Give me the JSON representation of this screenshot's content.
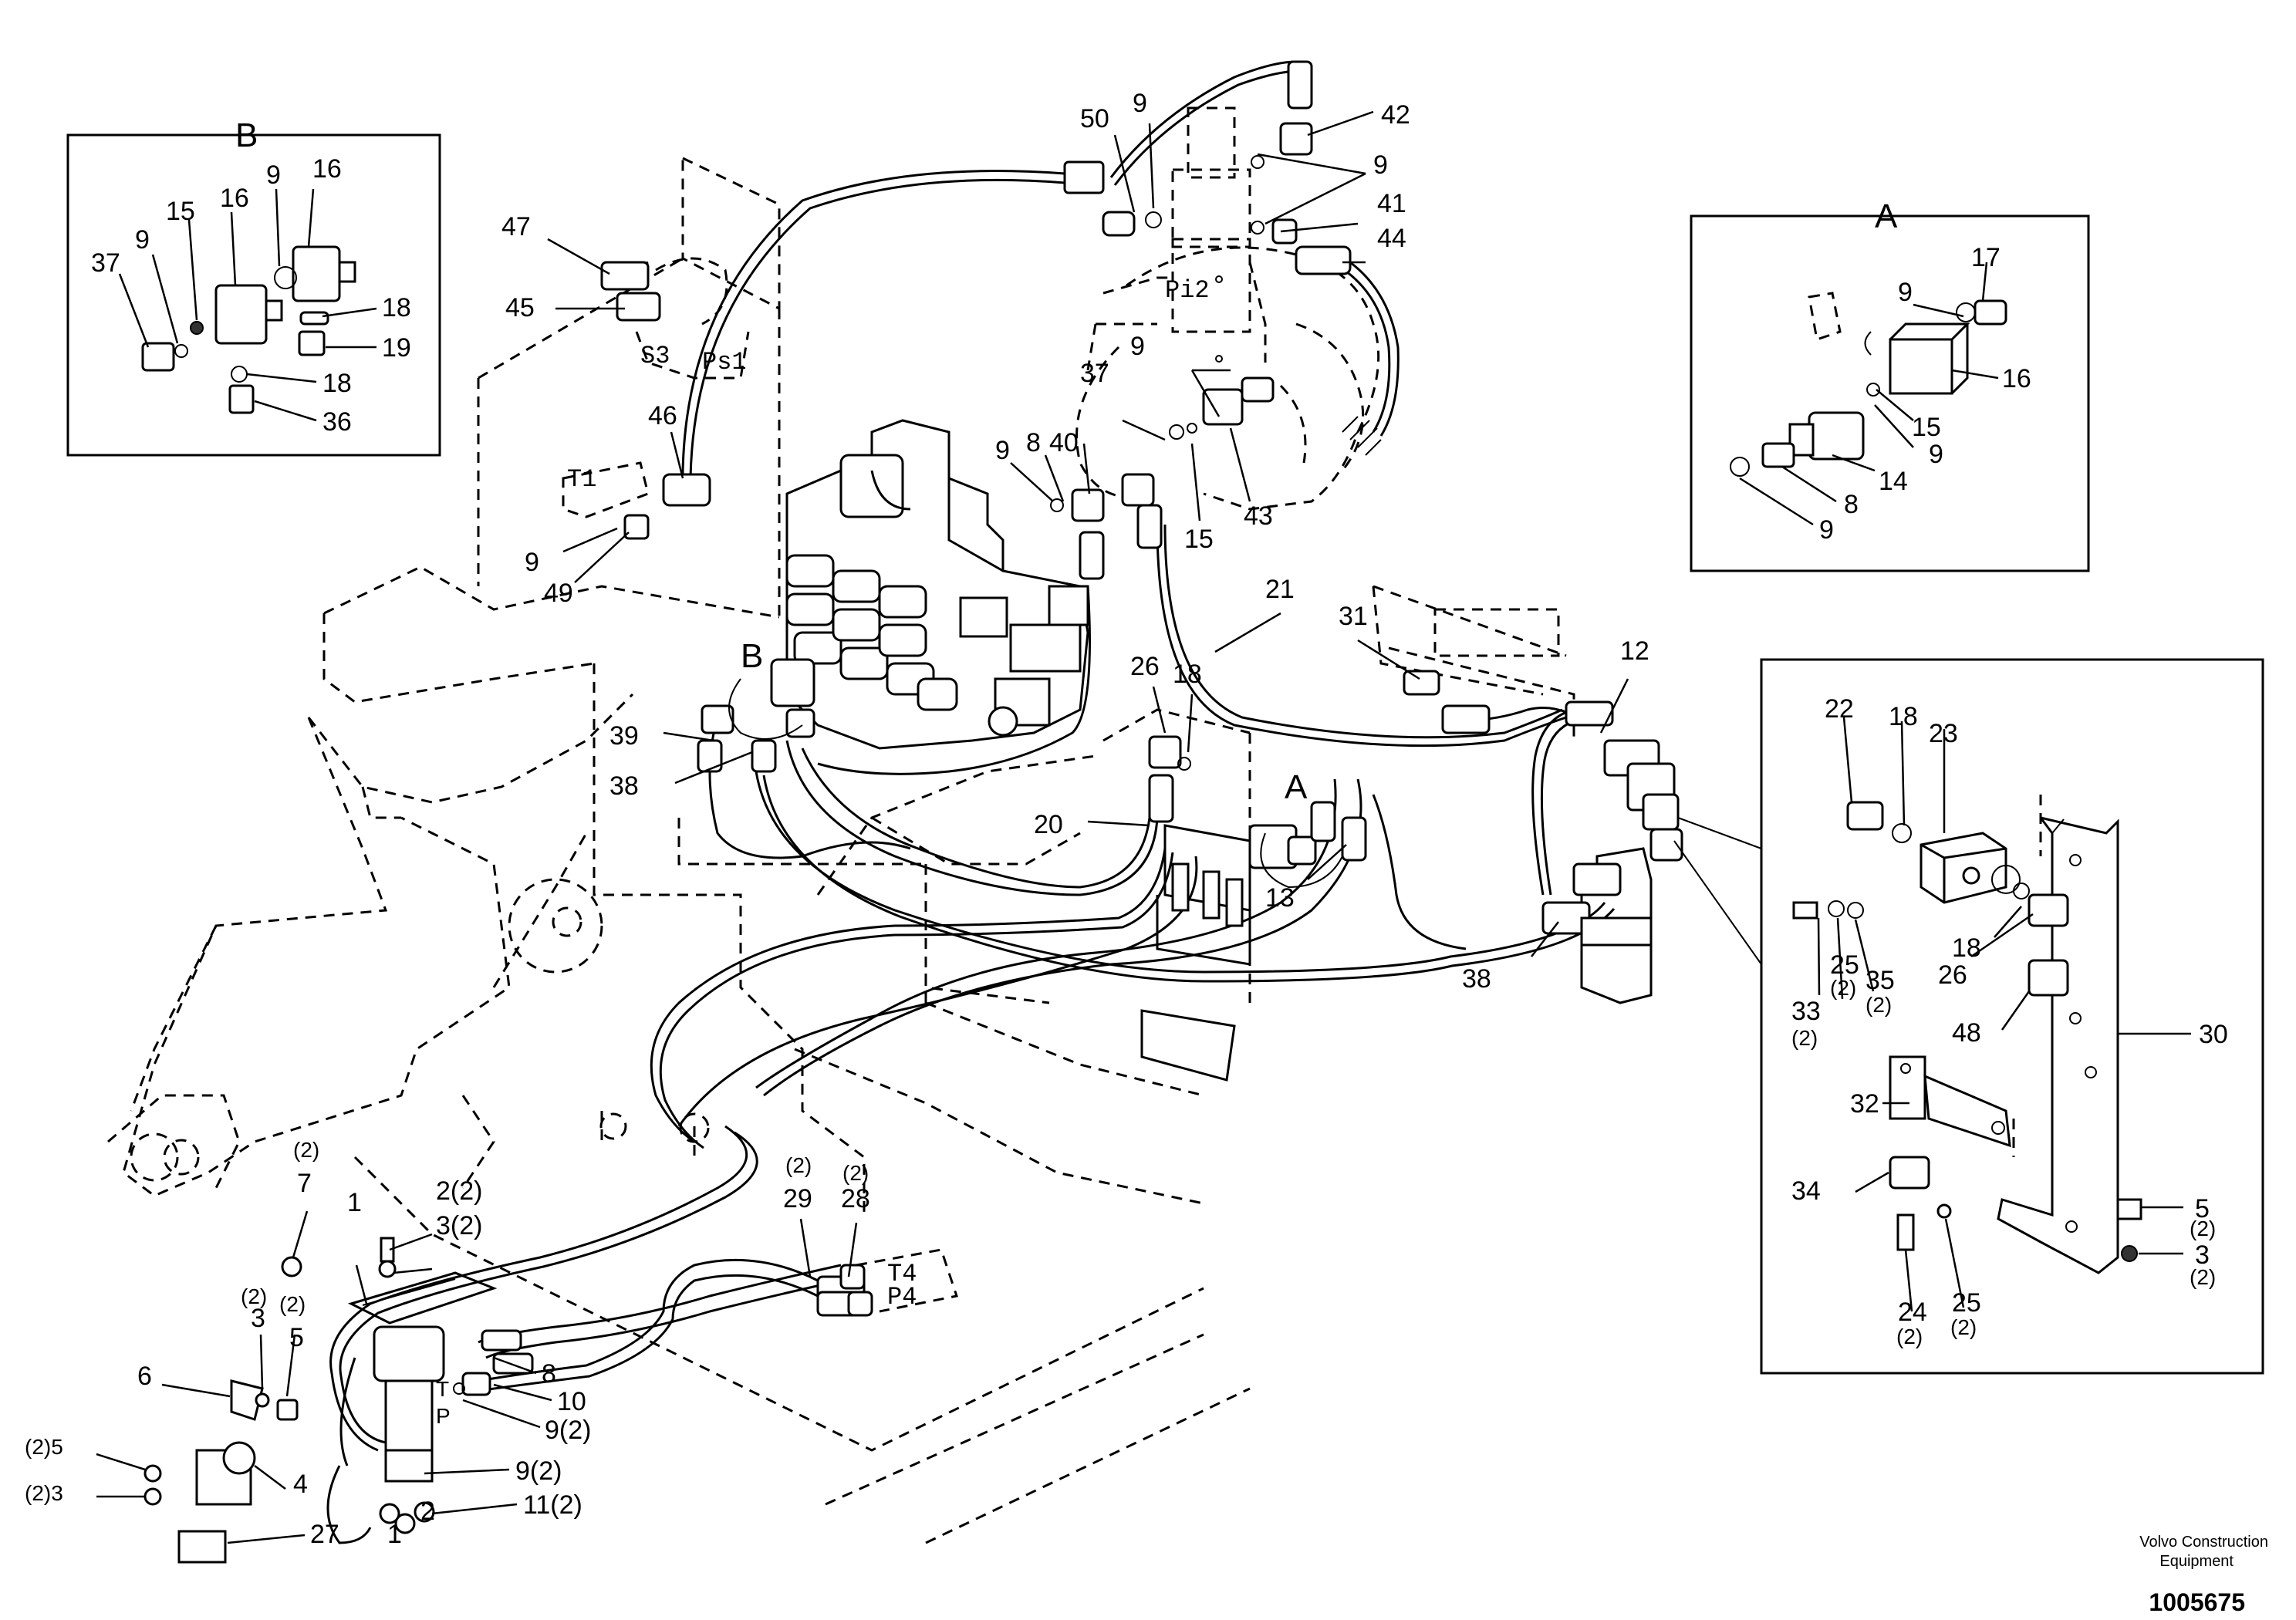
{
  "callouts": [
    {
      "id": "c50",
      "text": "50"
    },
    {
      "id": "c9a",
      "text": "9"
    },
    {
      "id": "c42",
      "text": "42"
    },
    {
      "id": "c9b",
      "text": "9"
    },
    {
      "id": "c41",
      "text": "41"
    },
    {
      "id": "c44",
      "text": "44"
    },
    {
      "id": "c47",
      "text": "47"
    },
    {
      "id": "c45",
      "text": "45"
    },
    {
      "id": "c46",
      "text": "46"
    },
    {
      "id": "c9c",
      "text": "9"
    },
    {
      "id": "c49",
      "text": "49"
    },
    {
      "id": "c37a",
      "text": "37"
    },
    {
      "id": "c9d",
      "text": "9"
    },
    {
      "id": "c40",
      "text": "40"
    },
    {
      "id": "c8a",
      "text": "8"
    },
    {
      "id": "c9e",
      "text": "9"
    },
    {
      "id": "c43",
      "text": "43"
    },
    {
      "id": "c15a",
      "text": "15"
    },
    {
      "id": "c21",
      "text": "21"
    },
    {
      "id": "c31",
      "text": "31"
    },
    {
      "id": "c12",
      "text": "12"
    },
    {
      "id": "c26a",
      "text": "26"
    },
    {
      "id": "c18a",
      "text": "18"
    },
    {
      "id": "c39",
      "text": "39"
    },
    {
      "id": "c38a",
      "text": "38"
    },
    {
      "id": "c20",
      "text": "20"
    },
    {
      "id": "c13",
      "text": "13"
    },
    {
      "id": "c38b",
      "text": "38"
    },
    {
      "id": "c1a",
      "text": "1"
    },
    {
      "id": "c2a",
      "text": "2(2)"
    },
    {
      "id": "c3a",
      "text": "3(2)"
    },
    {
      "id": "c7",
      "text": "7"
    },
    {
      "id": "c7q",
      "text": "(2)"
    },
    {
      "id": "c3b",
      "text": "3"
    },
    {
      "id": "c3bq",
      "text": "(2)"
    },
    {
      "id": "c5a",
      "text": "5"
    },
    {
      "id": "c5aq",
      "text": "(2)"
    },
    {
      "id": "c6",
      "text": "6"
    },
    {
      "id": "c5b",
      "text": "(2)5"
    },
    {
      "id": "c3c",
      "text": "(2)3"
    },
    {
      "id": "c4",
      "text": "4"
    },
    {
      "id": "c27",
      "text": "27"
    },
    {
      "id": "c8b",
      "text": "8"
    },
    {
      "id": "c10",
      "text": "10"
    },
    {
      "id": "c9f",
      "text": "9(2)"
    },
    {
      "id": "c9g",
      "text": "9(2)"
    },
    {
      "id": "c11",
      "text": "11(2)"
    },
    {
      "id": "c1b",
      "text": "1"
    },
    {
      "id": "c2b",
      "text": "2"
    },
    {
      "id": "c29",
      "text": "29"
    },
    {
      "id": "c29q",
      "text": "(2)"
    },
    {
      "id": "c28",
      "text": "28"
    },
    {
      "id": "c28q",
      "text": "(2)"
    }
  ],
  "inset_b": {
    "title": "B",
    "callouts": [
      {
        "id": "b16a",
        "text": "16"
      },
      {
        "id": "b16b",
        "text": "16"
      },
      {
        "id": "b9a",
        "text": "9"
      },
      {
        "id": "b15",
        "text": "15"
      },
      {
        "id": "b9b",
        "text": "9"
      },
      {
        "id": "b37",
        "text": "37"
      },
      {
        "id": "b18a",
        "text": "18"
      },
      {
        "id": "b19",
        "text": "19"
      },
      {
        "id": "b18b",
        "text": "18"
      },
      {
        "id": "b36",
        "text": "36"
      }
    ]
  },
  "inset_a": {
    "title": "A",
    "callouts": [
      {
        "id": "a17",
        "text": "17"
      },
      {
        "id": "a9a",
        "text": "9"
      },
      {
        "id": "a16",
        "text": "16"
      },
      {
        "id": "a15",
        "text": "15"
      },
      {
        "id": "a9b",
        "text": "9"
      },
      {
        "id": "a14",
        "text": "14"
      },
      {
        "id": "a8",
        "text": "8"
      },
      {
        "id": "a9c",
        "text": "9"
      }
    ]
  },
  "inset_c": {
    "callouts": [
      {
        "id": "d22",
        "text": "22"
      },
      {
        "id": "d18a",
        "text": "18"
      },
      {
        "id": "d23",
        "text": "23"
      },
      {
        "id": "d18b",
        "text": "18"
      },
      {
        "id": "d26",
        "text": "26"
      },
      {
        "id": "d33",
        "text": "33"
      },
      {
        "id": "d33q",
        "text": "(2)"
      },
      {
        "id": "d25a",
        "text": "25"
      },
      {
        "id": "d25aq",
        "text": "(2)"
      },
      {
        "id": "d35",
        "text": "35"
      },
      {
        "id": "d35q",
        "text": "(2)"
      },
      {
        "id": "d48",
        "text": "48"
      },
      {
        "id": "d30",
        "text": "30"
      },
      {
        "id": "d32",
        "text": "32"
      },
      {
        "id": "d34",
        "text": "34"
      },
      {
        "id": "d5",
        "text": "5"
      },
      {
        "id": "d5q",
        "text": "(2)"
      },
      {
        "id": "d3",
        "text": "3"
      },
      {
        "id": "d3q",
        "text": "(2)"
      },
      {
        "id": "d24",
        "text": "24"
      },
      {
        "id": "d24q",
        "text": "(2)"
      },
      {
        "id": "d25b",
        "text": "25"
      },
      {
        "id": "d25bq",
        "text": "(2)"
      }
    ]
  },
  "view_markers": {
    "b": "B",
    "a": "A"
  },
  "port_labels": {
    "pi2": "Pi2",
    "s3": "S3",
    "ps1": "Ps1",
    "t1": "T1",
    "t4": "T4",
    "p4": "P4",
    "t": "T",
    "p": "P"
  },
  "footer": {
    "company": "Volvo Construction",
    "sub": "Equipment",
    "drawing_no": "1005675"
  }
}
